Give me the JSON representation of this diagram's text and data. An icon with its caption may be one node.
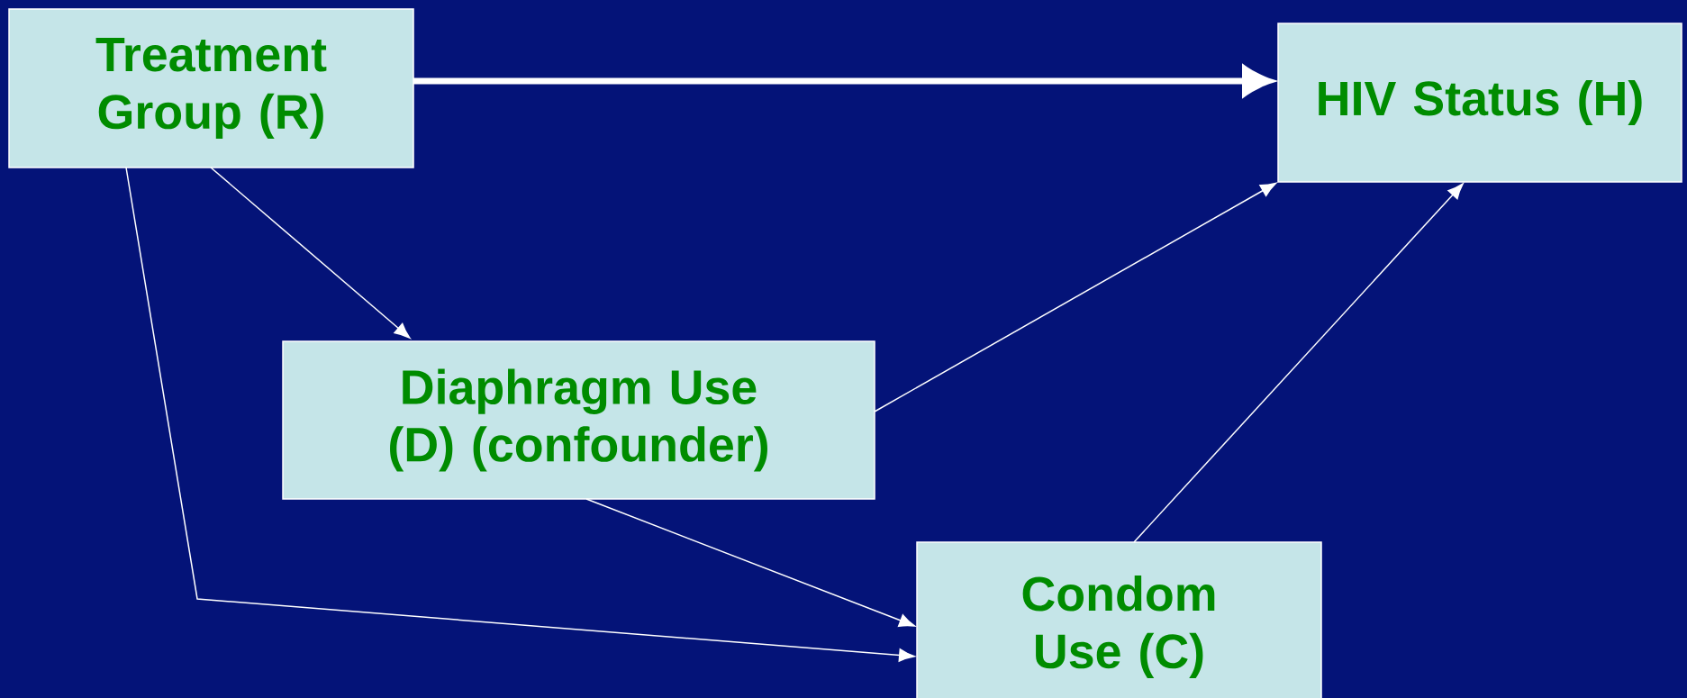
{
  "diagram": {
    "nodes": [
      {
        "text": [
          "Treatment Group (R)"
        ]
      },
      {
        "text": [
          "HIV Status (H)"
        ]
      },
      {
        "text": [
          "Diaphragm Use (D) (confounder)"
        ]
      },
      {
        "text": [
          "Condom Use (C)"
        ]
      }
    ],
    "edges": [
      {
        "from": 0,
        "to": 1,
        "arrow": "to",
        "style": "thick"
      },
      {
        "from": 0,
        "to": 2,
        "arrow": "to"
      },
      {
        "from": 0,
        "to": 3,
        "arrow": "to"
      },
      {
        "from": 2,
        "to": 1,
        "arrow": "to"
      },
      {
        "from": 2,
        "to": 3,
        "arrow": "to"
      },
      {
        "from": 3,
        "to": 1,
        "arrow": "to"
      }
    ]
  }
}
